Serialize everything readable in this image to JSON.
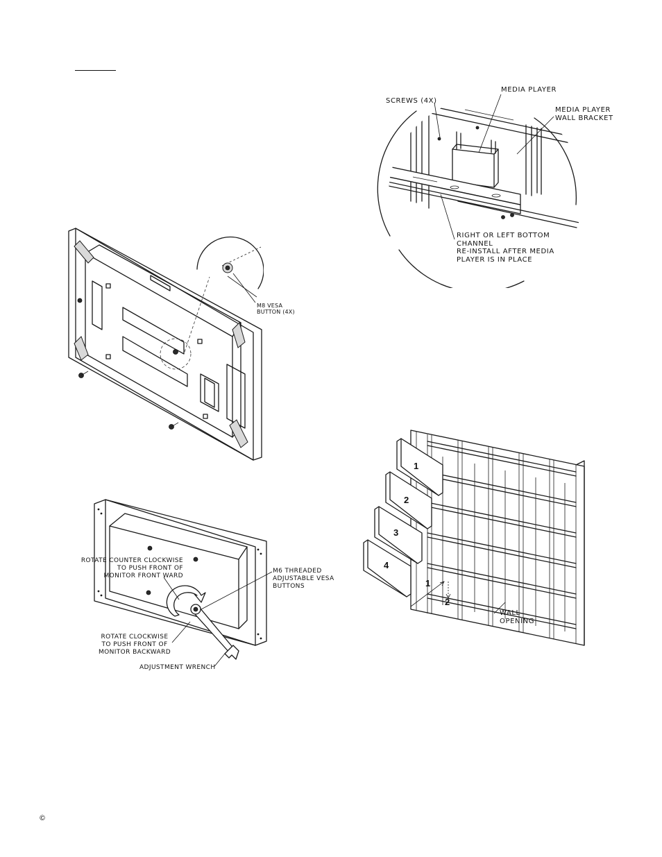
{
  "footer": {
    "copyright_symbol": "©"
  },
  "media_player_figure": {
    "screws": "SCREWS (4X)",
    "media_player": "MEDIA PLAYER",
    "wall_bracket": "MEDIA PLAYER\nWALL BRACKET",
    "bottom_channel": "RIGHT OR LEFT BOTTOM\nCHANNEL\nRE-INSTALL AFTER MEDIA\nPLAYER IS IN PLACE"
  },
  "vesa_figure": {
    "button": "M8 VESA\nBUTTON (4X)"
  },
  "adjust_figure": {
    "rotate_ccw": "ROTATE COUNTER CLOCKWISE\nTO PUSH FRONT OF\nMONITOR FRONT WARD",
    "threaded_buttons": "M6 THREADED\nADJUSTABLE VESA\nBUTTONS",
    "rotate_cw": "ROTATE CLOCKWISE\nTO PUSH FRONT OF\nMONITOR BACKWARD",
    "wrench": "ADJUSTMENT WRENCH"
  },
  "wall_figure": {
    "panels": [
      "1",
      "2",
      "3",
      "4"
    ],
    "arrow_1": "1",
    "arrow_2": "2",
    "wall_opening": "WALL\nOPENING"
  }
}
